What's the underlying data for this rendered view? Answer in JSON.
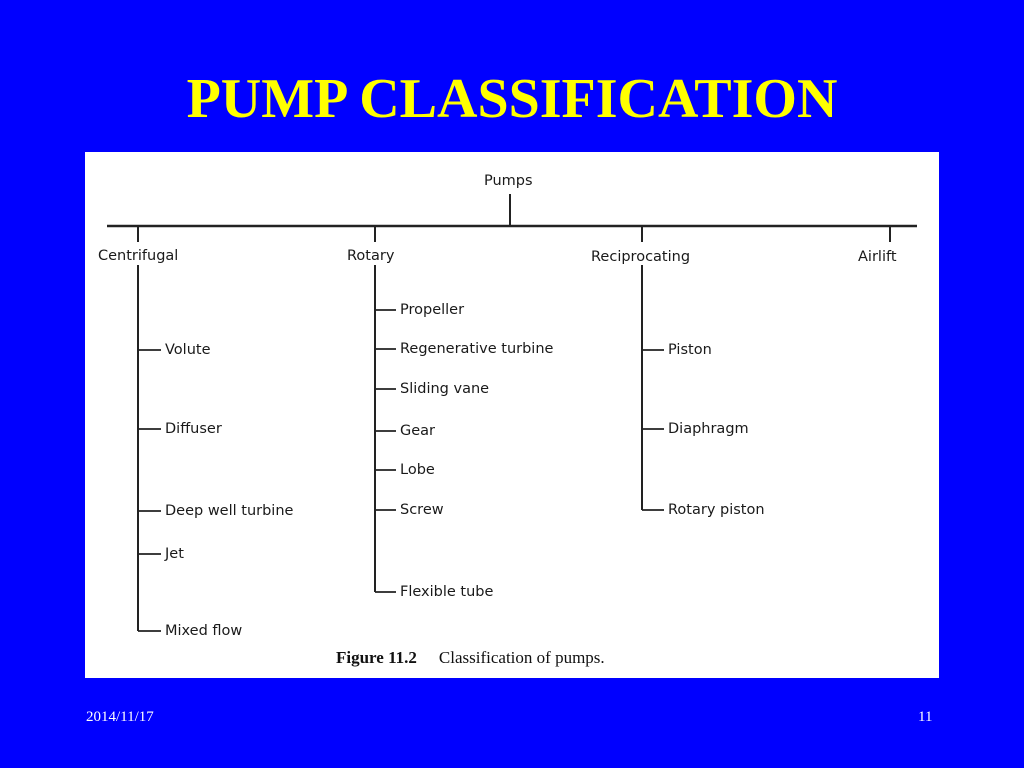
{
  "slide": {
    "title": "PUMP CLASSIFICATION",
    "date": "2014/11/17",
    "page_number": "11"
  },
  "diagram": {
    "root": "Pumps",
    "categories": [
      {
        "label": "Centrifugal",
        "children": [
          "Volute",
          "Diffuser",
          "Deep well turbine",
          "Jet",
          "Mixed flow"
        ]
      },
      {
        "label": "Rotary",
        "children": [
          "Propeller",
          "Regenerative turbine",
          "Sliding vane",
          "Gear",
          "Lobe",
          "Screw",
          "Flexible tube"
        ]
      },
      {
        "label": "Reciprocating",
        "children": [
          "Piston",
          "Diaphragm",
          "Rotary piston"
        ]
      },
      {
        "label": "Airlift",
        "children": []
      }
    ],
    "caption_number": "Figure 11.2",
    "caption_text": "Classification of pumps."
  },
  "colors": {
    "background": "#0000ff",
    "title": "#ffff00",
    "panel": "#ffffff",
    "footer_text": "#ffffff"
  }
}
